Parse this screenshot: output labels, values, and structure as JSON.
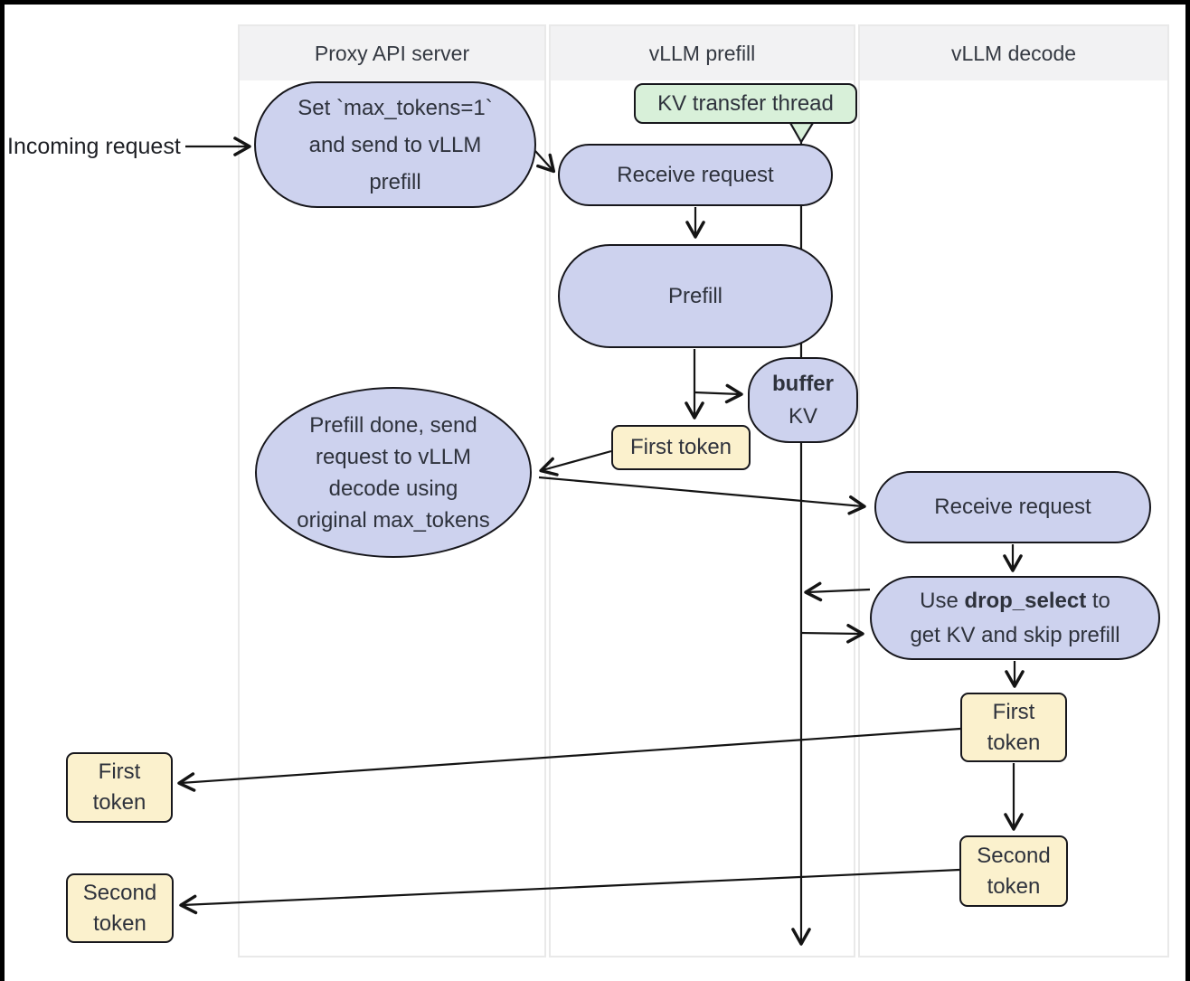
{
  "diagram": {
    "incoming_label": "Incoming request",
    "lanes": [
      {
        "label": "Proxy API server"
      },
      {
        "label": "vLLM prefill"
      },
      {
        "label": "vLLM decode"
      }
    ],
    "nodes": {
      "set_max_tokens": {
        "lines": [
          "Set `max_tokens=1`",
          "and send to vLLM",
          "prefill"
        ]
      },
      "kv_transfer_thread": {
        "label": "KV transfer thread"
      },
      "receive_request_prefill": {
        "label": "Receive request"
      },
      "prefill": {
        "label": "Prefill"
      },
      "buffer_kv": {
        "bold": "buffer",
        "label": "KV"
      },
      "first_token_prefill": {
        "label": "First token"
      },
      "prefill_done": {
        "lines": [
          "Prefill done, send",
          "request to vLLM",
          "decode using",
          "original max_tokens"
        ]
      },
      "receive_request_decode": {
        "label": "Receive request"
      },
      "drop_select": {
        "line1_prefix": "Use ",
        "line1_bold": "drop_select",
        "line1_suffix": " to",
        "line2": "get KV and skip prefill"
      },
      "first_token_decode": {
        "lines": [
          "First",
          "token"
        ]
      },
      "second_token_decode": {
        "lines": [
          "Second",
          "token"
        ]
      },
      "first_token_out": {
        "lines": [
          "First",
          "token"
        ]
      },
      "second_token_out": {
        "lines": [
          "Second",
          "token"
        ]
      }
    },
    "colors": {
      "node_fill": "#cdd2ee",
      "node_border": "#17171c",
      "token_fill": "#fbf1cd",
      "thread_fill": "#d8f0d9",
      "header_bg": "#f2f2f3",
      "lane_border": "#e9e9e9",
      "edge": "#141414",
      "text": "#2e323c"
    }
  }
}
